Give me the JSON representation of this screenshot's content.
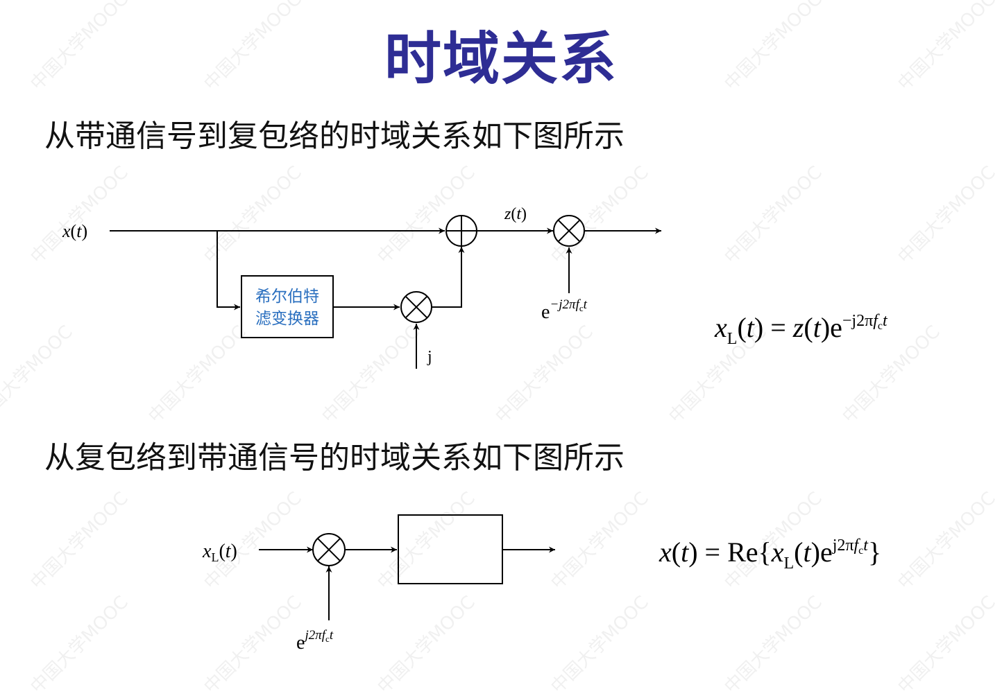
{
  "title": "时域关系",
  "subtitle1": "从带通信号到复包络的时域关系如下图所示",
  "subtitle2": "从复包络到带通信号的时域关系如下图所示",
  "diagram1": {
    "input_label": "x(t)",
    "hilbert_block_line1": "希尔伯特",
    "hilbert_block_line2": "滤变换器",
    "j_label": "j",
    "z_label": "z(t)",
    "exp_label_base": "e",
    "exp_label_sup": "−j2πfct",
    "formula": {
      "lhs_base": "x",
      "lhs_sub": "L",
      "lhs_arg": "(t)",
      "eq": " = ",
      "rhs_z": "z",
      "rhs_arg": "(t)",
      "rhs_e": "e",
      "rhs_sup": "−j2πfct"
    }
  },
  "diagram2": {
    "input_base": "x",
    "input_sub": "L",
    "input_arg": "(t)",
    "exp_label_base": "e",
    "exp_label_sup": "j2πfct",
    "formula": {
      "lhs": "x(t)",
      "eq": " = ",
      "re": "Re",
      "open": "{",
      "x_base": "x",
      "x_sub": "L",
      "x_arg": "(t)",
      "e": "e",
      "e_sup": "j2πfct",
      "close": "}"
    }
  },
  "watermark": "中国大学MOOC"
}
